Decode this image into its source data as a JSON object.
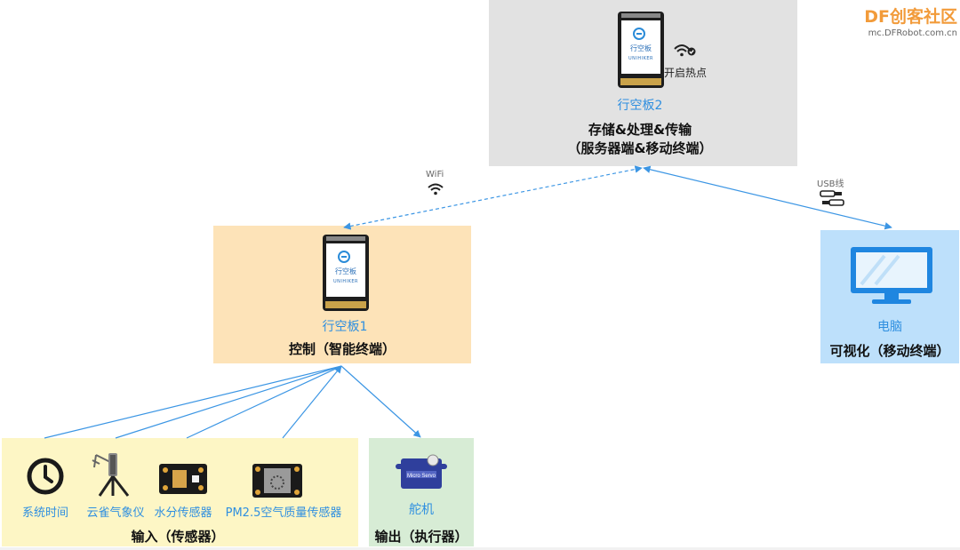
{
  "watermark": {
    "brand_df": "DF",
    "brand_cn": "创客社区",
    "url": "mc.DFRobot.com.cn"
  },
  "server": {
    "board_name": "行空板2",
    "title": "存储&处理&传输",
    "subtitle": "（服务器端&移动终端）",
    "hotspot_label": "开启热点"
  },
  "control": {
    "board_name": "行空板1",
    "title": "控制（智能终端）"
  },
  "computer": {
    "device_name": "电脑",
    "title": "可视化（移动终端）"
  },
  "input": {
    "title": "输入（传感器）",
    "items": [
      "系统时间",
      "云雀气象仪",
      "水分传感器",
      "PM2.5空气质量传感器"
    ]
  },
  "output": {
    "title": "输出（执行器）",
    "device_name": "舵机",
    "servo_text": "Micro Servo"
  },
  "links": {
    "wifi_label": "WiFi",
    "usb_label": "USB线"
  },
  "board_text": {
    "cn": "行空板",
    "en": "UNIHIKER"
  },
  "colors": {
    "server_bg": "#e2e2e2",
    "control_bg": "#fde3b8",
    "computer_bg": "#bde0fb",
    "input_bg": "#fdf6c5",
    "output_bg": "#d7ecd5",
    "line": "#3c96e4",
    "accent": "#2f8fe0"
  }
}
